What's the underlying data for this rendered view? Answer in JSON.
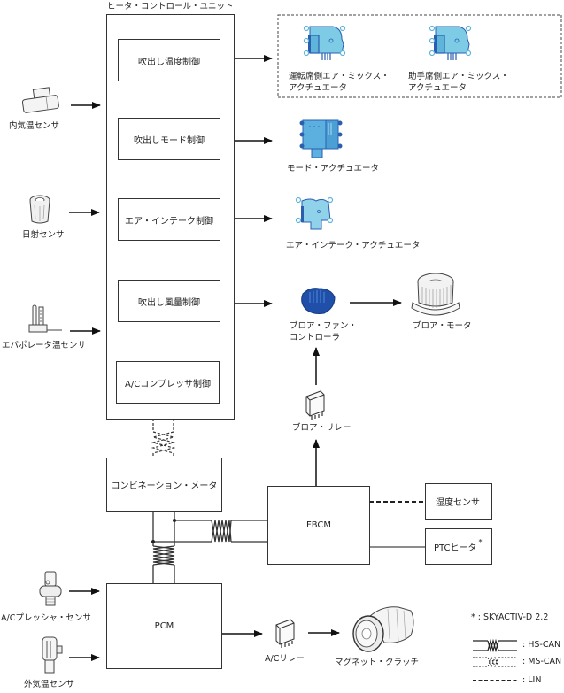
{
  "diagram": {
    "hcu": {
      "title": "ヒータ・コントロール・ユニット",
      "functions": [
        "吹出し温度制御",
        "吹出しモード制御",
        "エア・インテーク制御",
        "吹出し風量制御",
        "A/Cコンプレッサ制御"
      ]
    },
    "input_sensors": {
      "cabin_temp": "内気温センサ",
      "solar": "日射センサ",
      "evaporator_temp": "エバポレータ温センサ",
      "ac_pressure": "A/Cプレッシャ・センサ",
      "ambient_temp": "外気温センサ"
    },
    "actuators": {
      "driver_air_mix": [
        "運転席側エア・ミックス・",
        "アクチュエータ"
      ],
      "passenger_air_mix": [
        "助手席側エア・ミックス・",
        "アクチュエータ"
      ],
      "mode": "モード・アクチュエータ",
      "air_intake": "エア・インテーク・アクチュエータ",
      "blower_fan_controller": [
        "ブロア・ファン・",
        "コントローラ"
      ],
      "blower_motor": "ブロア・モータ",
      "blower_relay": "ブロア・リレー",
      "ac_relay": "A/Cリレー",
      "magnetic_clutch": "マグネット・クラッチ"
    },
    "modules": {
      "combination_meter": "コンビネーション・メータ",
      "fbcm": "FBCM",
      "pcm": "PCM",
      "humidity_sensor": "湿度センサ",
      "ptc_heater": "PTCヒータ",
      "ptc_asterisk": "*"
    },
    "legend": {
      "note": "* : SKYACTIV-D 2.2",
      "hs_can": ": HS-CAN",
      "ms_can": ": MS-CAN",
      "lin": ": LIN"
    },
    "colors": {
      "actuator_light_blue": "#7ecbe6",
      "actuator_dark_blue": "#2a5fb0",
      "blower_controller_blue": "#1f4fa8",
      "line": "#333333"
    }
  }
}
